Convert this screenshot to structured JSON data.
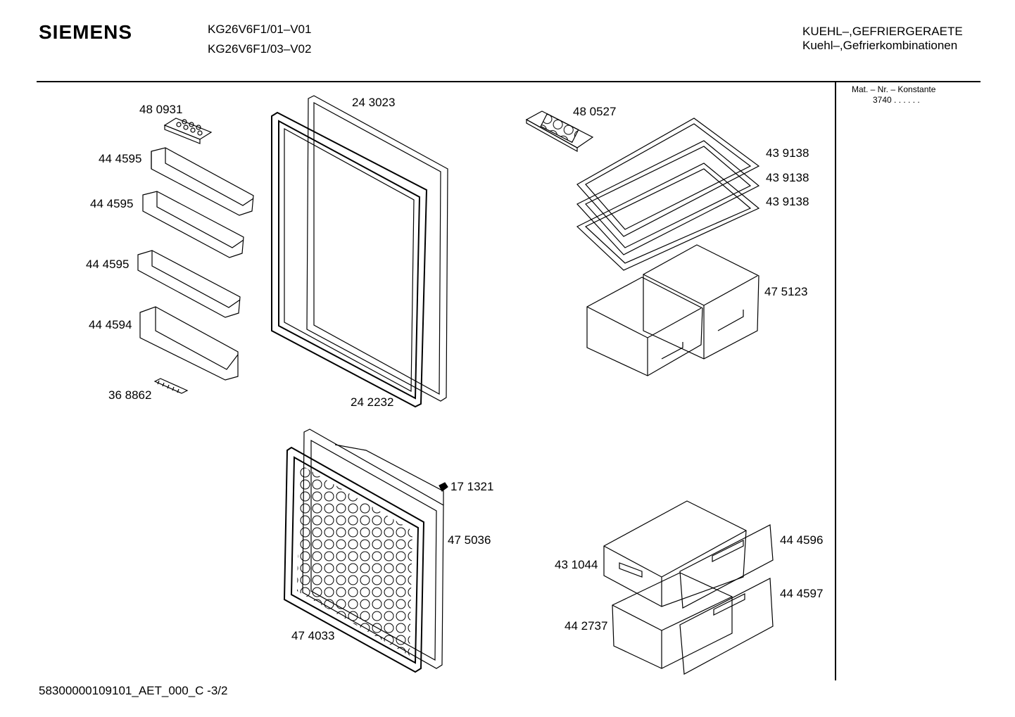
{
  "header": {
    "brand": "SIEMENS",
    "models": [
      "KG26V6F1/01–V01",
      "KG26V6F1/03–V02"
    ],
    "category_line1": "KUEHL–,GEFRIERGERAETE",
    "category_line2": "Kuehl–,Gefrierkombinationen"
  },
  "sidebox": {
    "title": "Mat. – Nr. – Konstante",
    "value": "3740 .  .  .  .  .  ."
  },
  "parts": [
    {
      "label": "48 0931"
    },
    {
      "label": "44 4595"
    },
    {
      "label": "44 4595"
    },
    {
      "label": "44 4595"
    },
    {
      "label": "44 4594"
    },
    {
      "label": "36 8862"
    },
    {
      "label": "24 3023"
    },
    {
      "label": "24 2232"
    },
    {
      "label": "48 0527"
    },
    {
      "label": "43 9138"
    },
    {
      "label": "43 9138"
    },
    {
      "label": "43 9138"
    },
    {
      "label": "47 5123"
    },
    {
      "label": "17 1321"
    },
    {
      "label": "47 5036"
    },
    {
      "label": "47 4033"
    },
    {
      "label": "43 1044"
    },
    {
      "label": "44 4596"
    },
    {
      "label": "44 4597"
    },
    {
      "label": "44 2737"
    }
  ],
  "footer": "58300000109101_AET_000_C -3/2"
}
